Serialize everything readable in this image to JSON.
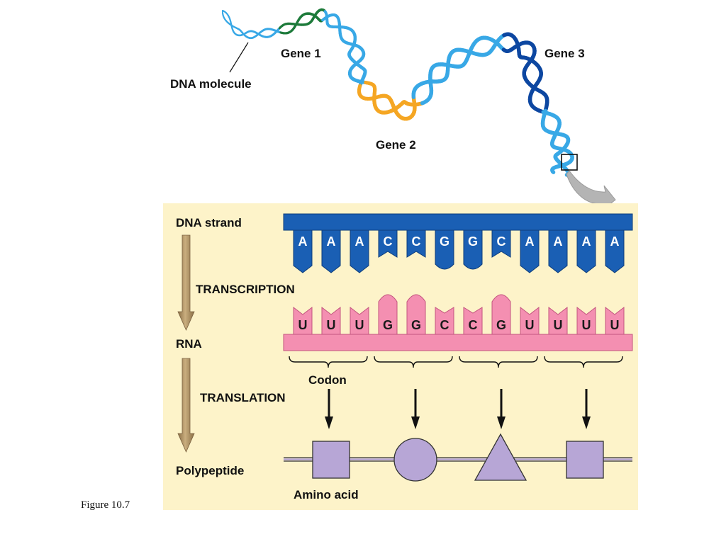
{
  "labels": {
    "dna_molecule": "DNA molecule",
    "gene1": "Gene 1",
    "gene2": "Gene 2",
    "gene3": "Gene 3",
    "dna_strand": "DNA strand",
    "transcription": "TRANSCRIPTION",
    "rna": "RNA",
    "codon": "Codon",
    "translation": "TRANSLATION",
    "polypeptide": "Polypeptide",
    "amino_acid": "Amino acid",
    "figure": "Figure 10.7"
  },
  "dna_bases": [
    "A",
    "A",
    "A",
    "C",
    "C",
    "G",
    "G",
    "C",
    "A",
    "A",
    "A",
    "A"
  ],
  "rna_bases": [
    "U",
    "U",
    "U",
    "G",
    "G",
    "C",
    "C",
    "G",
    "U",
    "U",
    "U",
    "U"
  ],
  "amino_acid_shapes": [
    "square",
    "circle",
    "triangle",
    "square"
  ],
  "colors": {
    "panel": "#fdf3c9",
    "dna": "#1a5fb4",
    "rna": "#f48fb1",
    "amino_acid": "#b7a6d6",
    "gene1": "#1d7a3a",
    "gene2": "#f5a623",
    "gene3": "#0d47a1",
    "helix": "#38a8e6",
    "process_arrow": "#a8895a"
  }
}
